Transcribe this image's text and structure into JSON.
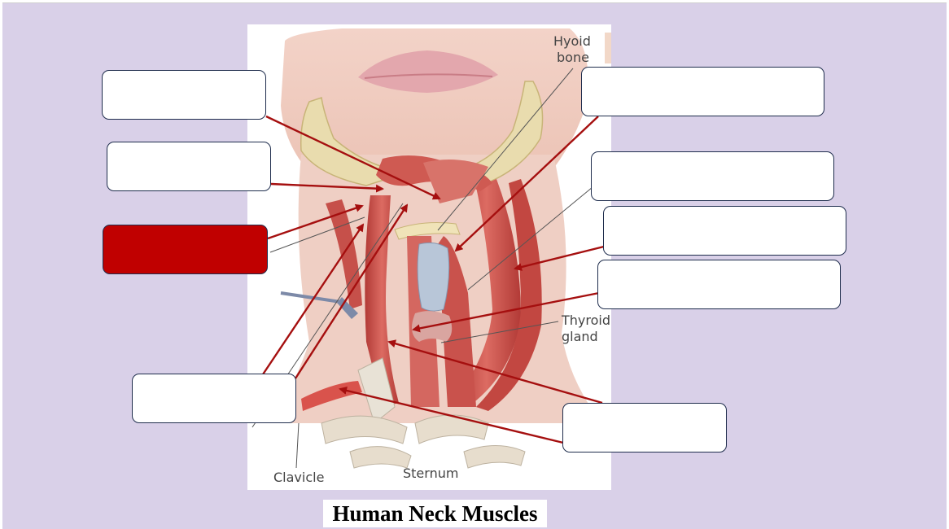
{
  "diagram": {
    "title": "Human Neck Muscles",
    "printed_labels": {
      "hyoid_line1": "Hyoid",
      "hyoid_line2": "bone",
      "thyroid_line1": "Thyroid",
      "thyroid_line2": "gland",
      "clavicle": "Clavicle",
      "sternum": "Sternum"
    },
    "answer_boxes": [
      {
        "id": "box-1",
        "text": "",
        "filled": false
      },
      {
        "id": "box-2",
        "text": "",
        "filled": false
      },
      {
        "id": "box-3",
        "text": "",
        "filled": true
      },
      {
        "id": "box-4",
        "text": "",
        "filled": false
      },
      {
        "id": "box-5",
        "text": "",
        "filled": false
      },
      {
        "id": "box-6",
        "text": "",
        "filled": false
      },
      {
        "id": "box-7",
        "text": "",
        "filled": false
      },
      {
        "id": "box-8",
        "text": "",
        "filled": false
      }
    ],
    "colors": {
      "background": "#d9d0e8",
      "arrow": "#a50f0f",
      "box_border": "#1f2d4d",
      "filled_box": "#c00000",
      "muscle": "#c94a45",
      "skin": "#efcbbf"
    }
  }
}
